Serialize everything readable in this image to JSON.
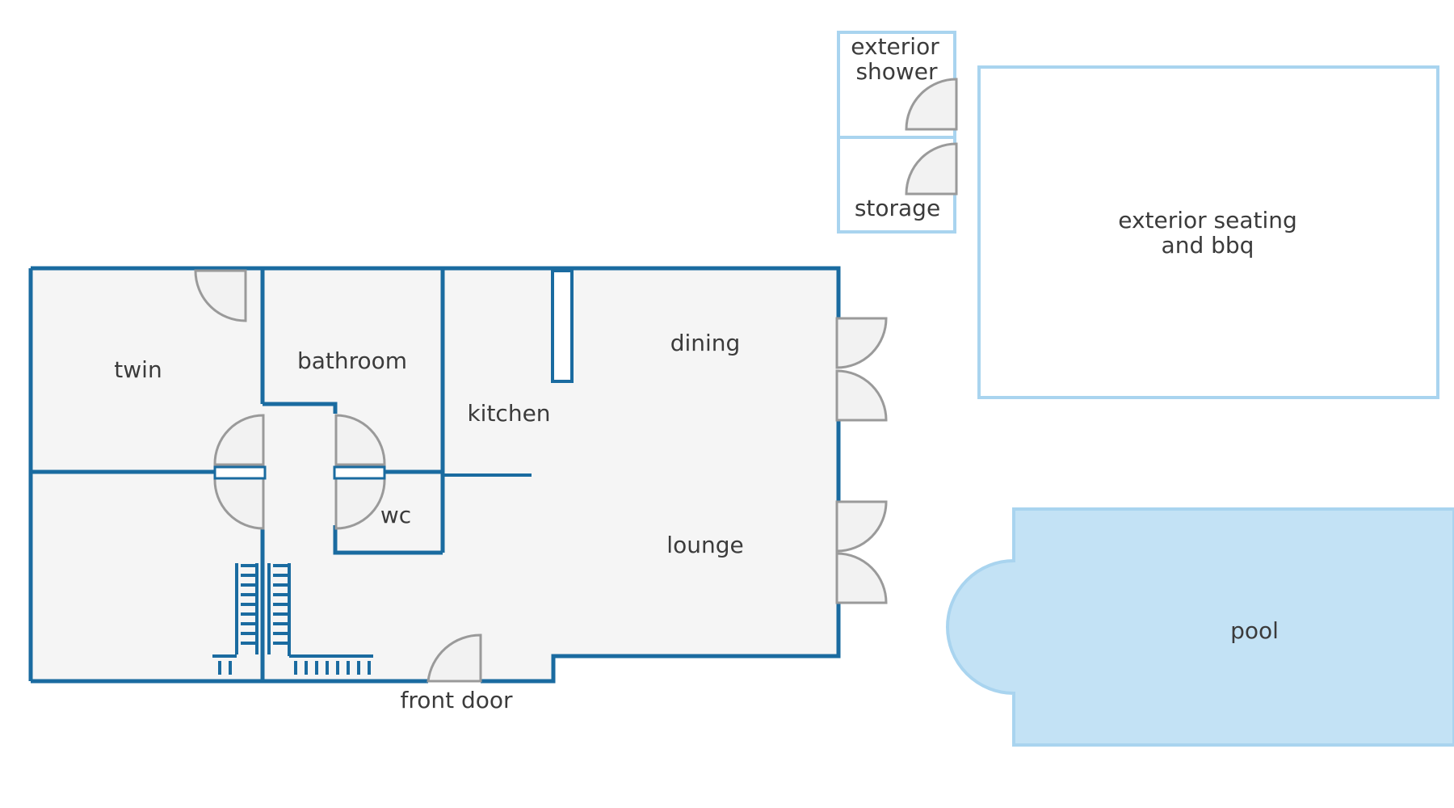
{
  "labels": {
    "twin": "twin",
    "bathroom": "bathroom",
    "kitchen": "kitchen",
    "dining": "dining",
    "lounge": "lounge",
    "wc": "wc",
    "front_door": "front door",
    "exterior_shower_1": "exterior",
    "exterior_shower_2": "shower",
    "storage": "storage",
    "exterior_seating_1": "exterior seating",
    "exterior_seating_2": "and bbq",
    "pool": "pool"
  },
  "colors": {
    "wall": "#1a6ba0",
    "outbuilding": "#a9d4ef",
    "pool_fill": "#c3e2f5",
    "floor": "#f5f5f5",
    "door": "#9a9a9a"
  }
}
